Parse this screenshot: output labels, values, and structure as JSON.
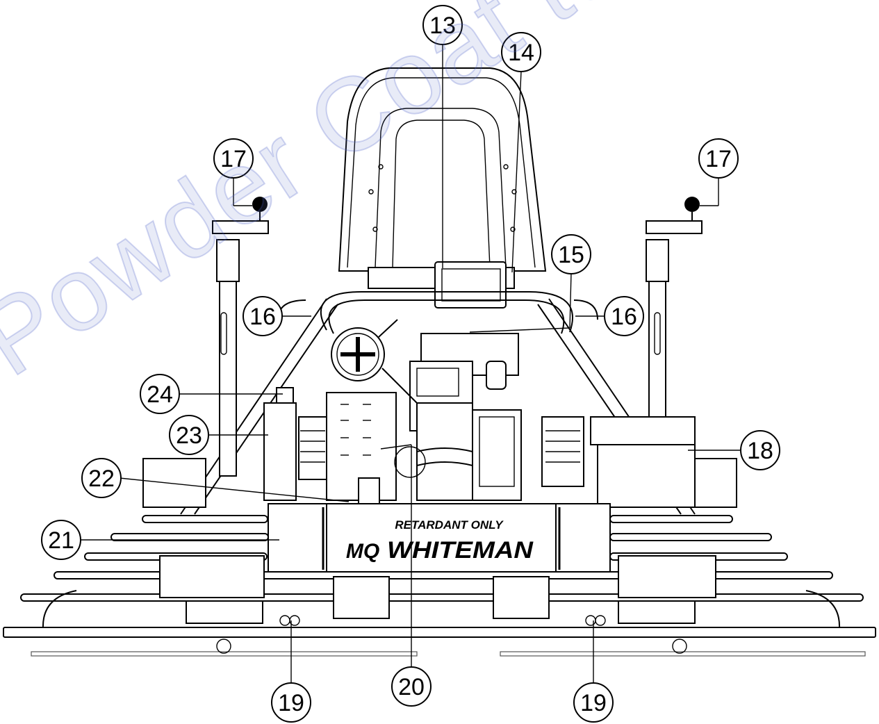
{
  "figure": {
    "brand_line1": "RETARDANT ONLY",
    "brand_mq": "MQ",
    "brand_name": "WHITEMAN",
    "watermark": "Powder Coat to Discount-Equipment.com"
  },
  "callouts": [
    {
      "id": "13",
      "label": "13"
    },
    {
      "id": "14",
      "label": "14"
    },
    {
      "id": "15",
      "label": "15"
    },
    {
      "id": "16L",
      "label": "16"
    },
    {
      "id": "16R",
      "label": "16"
    },
    {
      "id": "17L",
      "label": "17"
    },
    {
      "id": "17R",
      "label": "17"
    },
    {
      "id": "18",
      "label": "18"
    },
    {
      "id": "19L",
      "label": "19"
    },
    {
      "id": "19R",
      "label": "19"
    },
    {
      "id": "20",
      "label": "20"
    },
    {
      "id": "21",
      "label": "21"
    },
    {
      "id": "22",
      "label": "22"
    },
    {
      "id": "23",
      "label": "23"
    },
    {
      "id": "24",
      "label": "24"
    }
  ]
}
